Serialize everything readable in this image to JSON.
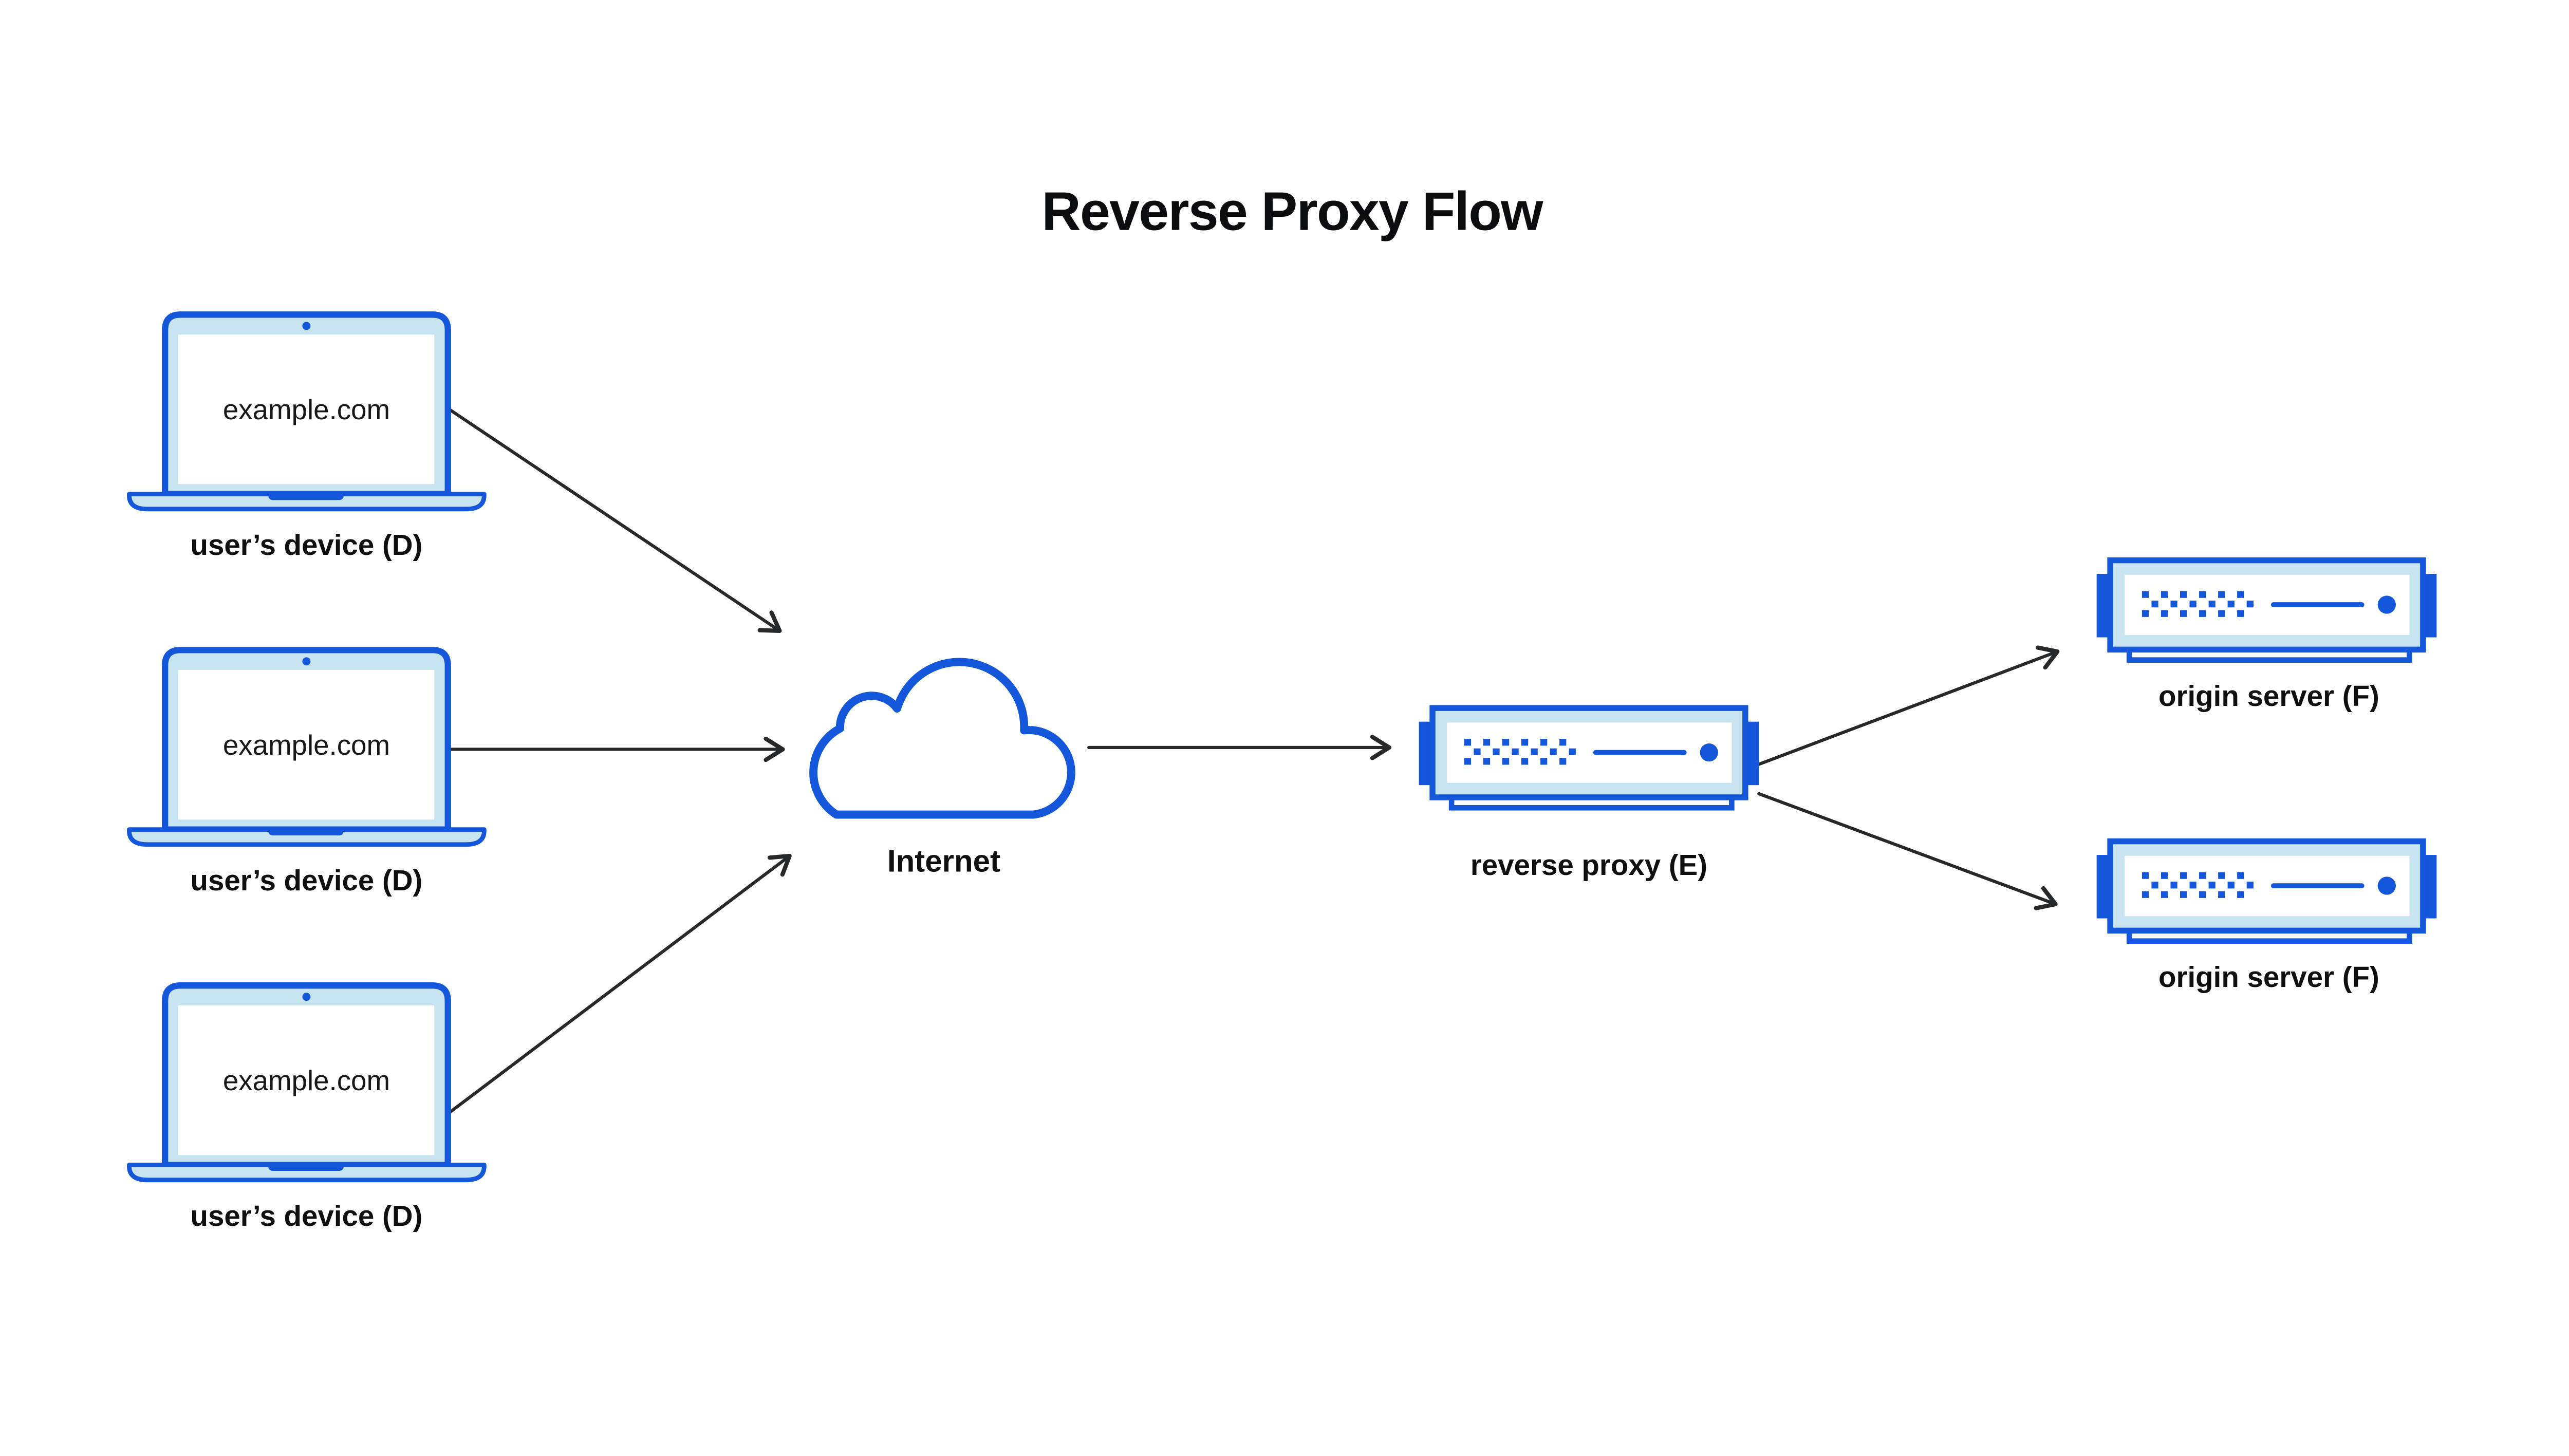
{
  "title": "Reverse Proxy Flow",
  "colors": {
    "accent_blue": "#1457da",
    "light_blue": "#c8e4f0",
    "arrow": "#26282a",
    "text": "#0e0f10",
    "background": "#ffffff"
  },
  "nodes": {
    "user_devices": [
      {
        "icon": "laptop-icon",
        "screen_text": "example.com",
        "label": "user’s device (D)"
      },
      {
        "icon": "laptop-icon",
        "screen_text": "example.com",
        "label": "user’s device (D)"
      },
      {
        "icon": "laptop-icon",
        "screen_text": "example.com",
        "label": "user’s device (D)"
      }
    ],
    "internet": {
      "icon": "cloud-icon",
      "label": "Internet"
    },
    "reverse_proxy": {
      "icon": "server-icon",
      "label": "reverse proxy (E)"
    },
    "origin_servers": [
      {
        "icon": "server-icon",
        "label": "origin server (F)"
      },
      {
        "icon": "server-icon",
        "label": "origin server (F)"
      }
    ]
  },
  "edges": [
    {
      "from": "user-device-1",
      "to": "internet"
    },
    {
      "from": "user-device-2",
      "to": "internet"
    },
    {
      "from": "user-device-3",
      "to": "internet"
    },
    {
      "from": "internet",
      "to": "reverse-proxy"
    },
    {
      "from": "reverse-proxy",
      "to": "origin-server-1"
    },
    {
      "from": "reverse-proxy",
      "to": "origin-server-2"
    }
  ]
}
